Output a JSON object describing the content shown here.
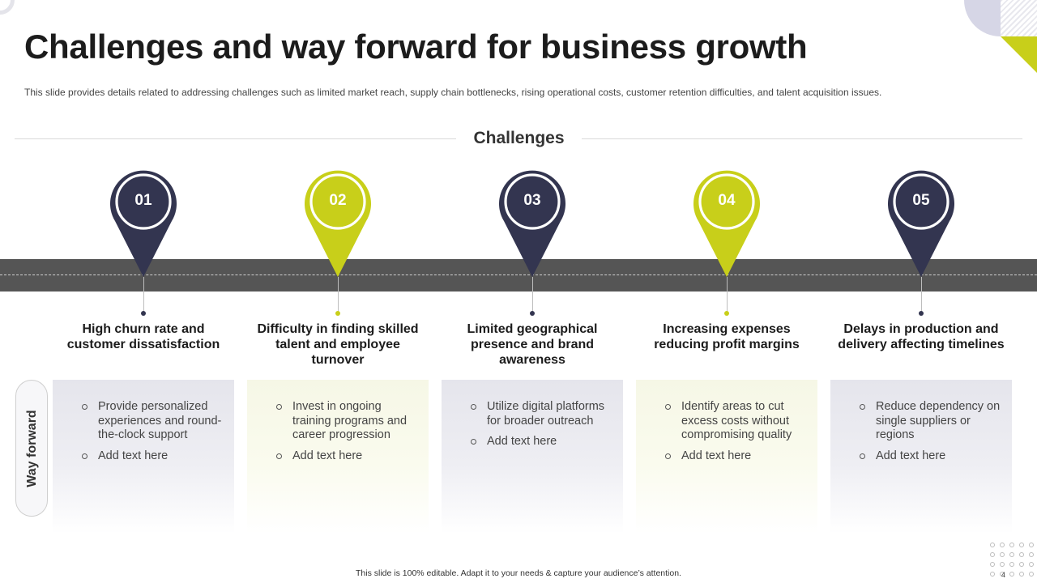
{
  "title": "Challenges and way forward for business growth",
  "subtitle": "This slide provides details related to addressing challenges such as limited market reach, supply chain bottlenecks, rising operational costs, customer retention difficulties, and talent acquisition issues.",
  "challenges_heading": "Challenges",
  "way_forward_label": "Way forward",
  "colors": {
    "navy": "#333550",
    "lime": "#c8cf1a",
    "road": "#555555"
  },
  "items": [
    {
      "number": "01",
      "color": "navy",
      "challenge": "High churn rate and customer dissatisfaction",
      "way_forward": [
        "Provide personalized experiences and round-the-clock support",
        "Add text here"
      ]
    },
    {
      "number": "02",
      "color": "lime",
      "challenge": "Difficulty in finding skilled talent and employee turnover",
      "way_forward": [
        "Invest in ongoing training programs and career progression",
        "Add text here"
      ]
    },
    {
      "number": "03",
      "color": "navy",
      "challenge": "Limited geographical presence and brand awareness",
      "way_forward": [
        "Utilize digital platforms for broader outreach",
        "Add text here"
      ]
    },
    {
      "number": "04",
      "color": "lime",
      "challenge": "Increasing expenses reducing profit margins",
      "way_forward": [
        "Identify areas to cut excess costs without compromising quality",
        "Add text here"
      ]
    },
    {
      "number": "05",
      "color": "navy",
      "challenge": "Delays in production and delivery affecting timelines",
      "way_forward": [
        "Reduce dependency on single suppliers or regions",
        "Add text here"
      ]
    }
  ],
  "footer": "This slide is 100% editable. Adapt it to your needs & capture your audience’s attention.",
  "page_number": "4"
}
